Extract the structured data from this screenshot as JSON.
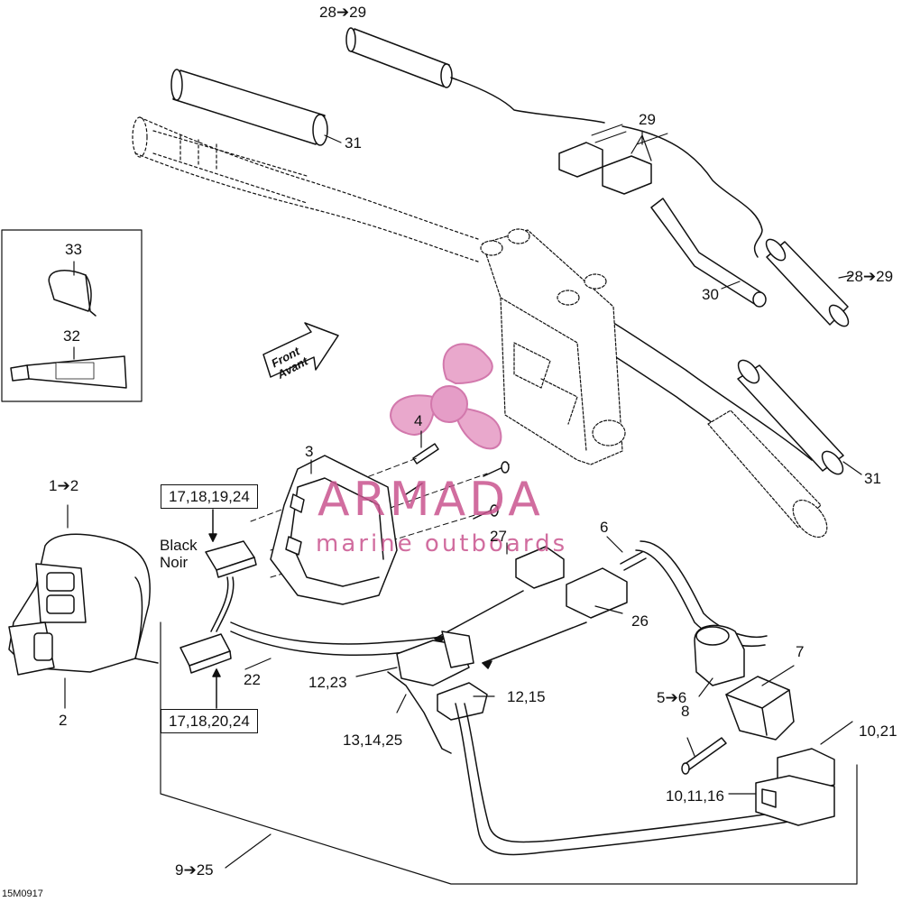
{
  "callouts": {
    "c28_29_top": "28➔29",
    "c31_top": "31",
    "c29": "29",
    "c30": "30",
    "c28_29_right": "28➔29",
    "c33": "33",
    "c32": "32",
    "c4": "4",
    "c3": "3",
    "c31_right": "31",
    "c1_2": "1➔2",
    "c27": "27",
    "c6": "6",
    "c26": "26",
    "c22": "22",
    "c12_23": "12,23",
    "c12_15": "12,15",
    "c13_14_25": "13,14,25",
    "c7": "7",
    "c5_6": "5➔6",
    "c2": "2",
    "c8": "8",
    "c10_21": "10,21",
    "c10_11_16": "10,11,16",
    "c9_25": "9➔25"
  },
  "boxed": {
    "connector_top": "17,18,19,24",
    "connector_bottom": "17,18,20,24"
  },
  "connector_color": {
    "en": "Black",
    "fr": "Noir"
  },
  "front_arrow": {
    "en": "Front",
    "fr": "Avant"
  },
  "watermark": {
    "title": "ARMADA",
    "subtitle": "marine outboards"
  },
  "figure_code": "15M0917",
  "colors": {
    "line": "#111111",
    "watermark": "#c9548f",
    "watermark_light": "#e9a8cc"
  }
}
